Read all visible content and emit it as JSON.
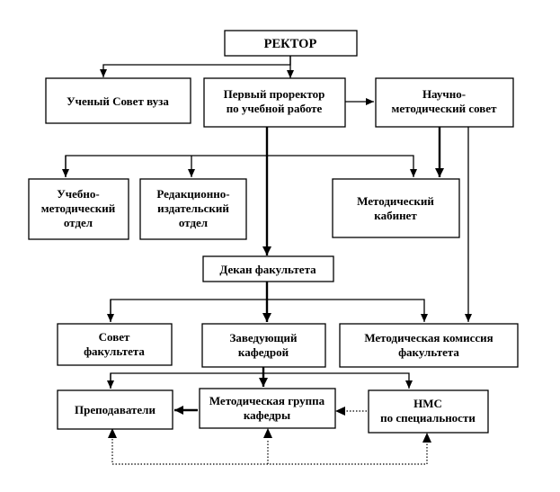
{
  "nodes": {
    "rector": "РЕКТОР",
    "academic_council": "Ученый Совет вуза",
    "first_vice_rector": [
      "Первый проректор",
      "по учебной работе"
    ],
    "methodical_council": [
      "Научно-",
      "методический совет"
    ],
    "educational_dept": [
      "Учебно-",
      "методический",
      "отдел"
    ],
    "publishing_dept": [
      "Редакционно-",
      "издательский",
      "отдел"
    ],
    "methodical_office": [
      "Методический",
      "кабинет"
    ],
    "dean": "Декан факультета",
    "faculty_council": [
      "Совет",
      "факультета"
    ],
    "head_of_dept": [
      "Заведующий",
      "кафедрой"
    ],
    "faculty_commission": [
      "Методическая комиссия",
      "факультета"
    ],
    "teachers": "Преподаватели",
    "dept_method_group": [
      "Методическая группа",
      "кафедры"
    ],
    "specialty_council": [
      "НМС",
      "по специальности"
    ]
  }
}
